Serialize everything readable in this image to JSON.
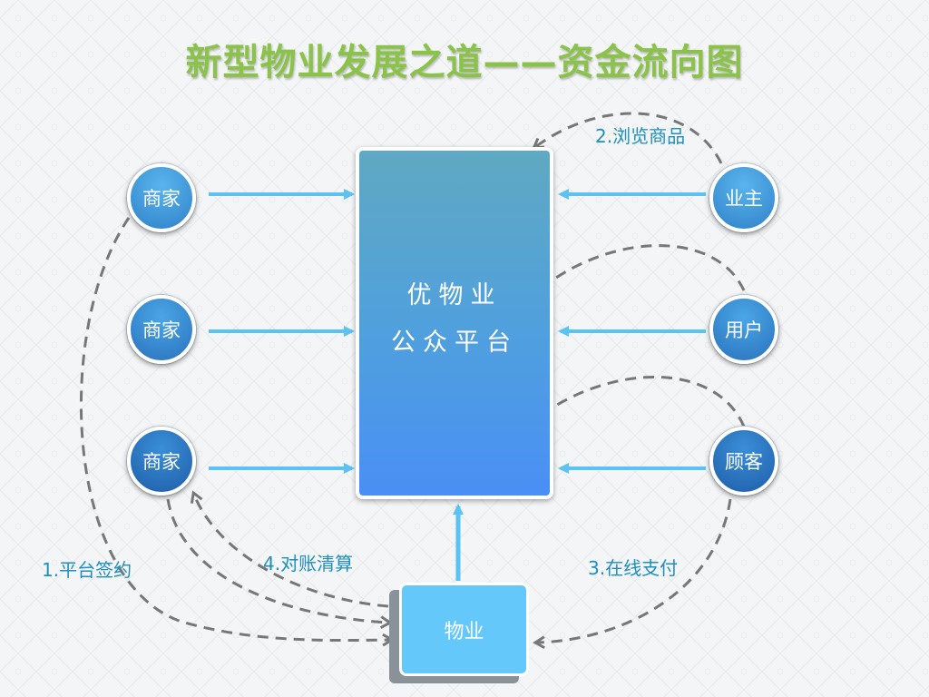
{
  "title": "新型物业发展之道——资金流向图",
  "platform": {
    "line1": "优物业",
    "line2": "公众平台"
  },
  "merchants": [
    "商家",
    "商家",
    "商家"
  ],
  "customers": [
    "业主",
    "用户",
    "顾客"
  ],
  "property": "物业",
  "steps": {
    "step1": "1.平台签约",
    "step2": "2.浏览商品",
    "step3": "3.在线支付",
    "step4": "4.对账清算"
  },
  "colors": {
    "title": "#8bc34a",
    "arrow": "#5bc2f4",
    "dashed": "#777777",
    "label": "#1e8fbf"
  }
}
